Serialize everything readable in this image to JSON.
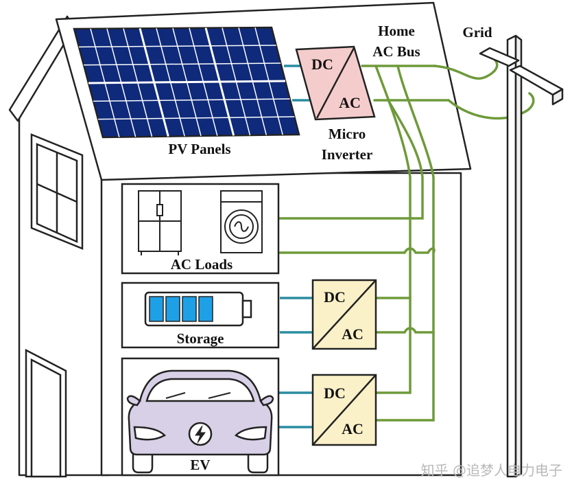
{
  "labels": {
    "grid": "Grid",
    "home_ac_bus_line1": "Home",
    "home_ac_bus_line2": "AC Bus",
    "pv_panels": "PV Panels",
    "micro_inverter_line1": "Micro",
    "micro_inverter_line2": "Inverter",
    "ac_loads": "AC Loads",
    "storage": "Storage",
    "ev": "EV"
  },
  "converters": {
    "micro": {
      "dc": "DC",
      "ac": "AC"
    },
    "storage": {
      "dc": "DC",
      "ac": "AC"
    },
    "ev": {
      "dc": "DC",
      "ac": "AC"
    }
  },
  "watermark": "知乎 @追梦人电力电子",
  "colors": {
    "ac_line": "#6e9a3a",
    "dc_line": "#2a8ca0",
    "pv_cell": "#0f2a7a",
    "micro_inverter_fill": "#f5cccc",
    "converter_fill": "#fbf1c8",
    "battery_cell": "#1ea0e6",
    "ev_body": "#d8d0e6",
    "outline": "#222222"
  }
}
